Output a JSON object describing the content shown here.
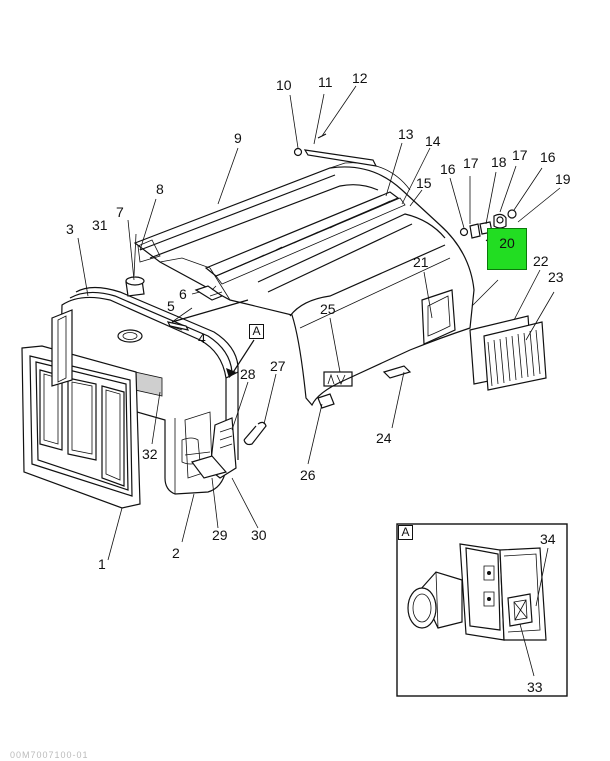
{
  "diagram": {
    "highlight_color": "#22dd22",
    "callouts": [
      {
        "id": "c1",
        "text": "1"
      },
      {
        "id": "c2",
        "text": "2"
      },
      {
        "id": "c3",
        "text": "3"
      },
      {
        "id": "c4",
        "text": "4"
      },
      {
        "id": "c5",
        "text": "5"
      },
      {
        "id": "c6",
        "text": "6"
      },
      {
        "id": "c7",
        "text": "7"
      },
      {
        "id": "c8",
        "text": "8"
      },
      {
        "id": "c9",
        "text": "9"
      },
      {
        "id": "c10",
        "text": "10"
      },
      {
        "id": "c11",
        "text": "11"
      },
      {
        "id": "c12",
        "text": "12"
      },
      {
        "id": "c13",
        "text": "13"
      },
      {
        "id": "c14",
        "text": "14"
      },
      {
        "id": "c15",
        "text": "15"
      },
      {
        "id": "c16a",
        "text": "16"
      },
      {
        "id": "c16b",
        "text": "16"
      },
      {
        "id": "c17a",
        "text": "17"
      },
      {
        "id": "c17b",
        "text": "17"
      },
      {
        "id": "c18",
        "text": "18"
      },
      {
        "id": "c19",
        "text": "19"
      },
      {
        "id": "c20",
        "text": "20",
        "highlighted": true
      },
      {
        "id": "c21",
        "text": "21"
      },
      {
        "id": "c22",
        "text": "22"
      },
      {
        "id": "c23",
        "text": "23"
      },
      {
        "id": "c24",
        "text": "24"
      },
      {
        "id": "c25",
        "text": "25"
      },
      {
        "id": "c26",
        "text": "26"
      },
      {
        "id": "c27",
        "text": "27"
      },
      {
        "id": "c28",
        "text": "28"
      },
      {
        "id": "c29",
        "text": "29"
      },
      {
        "id": "c30",
        "text": "30"
      },
      {
        "id": "c31",
        "text": "31"
      },
      {
        "id": "c32",
        "text": "32"
      },
      {
        "id": "c33",
        "text": "33"
      },
      {
        "id": "c34",
        "text": "34"
      }
    ],
    "detail_tag_main": "A",
    "detail_tag_inset": "A",
    "footer_code": "00M7007100-01"
  }
}
